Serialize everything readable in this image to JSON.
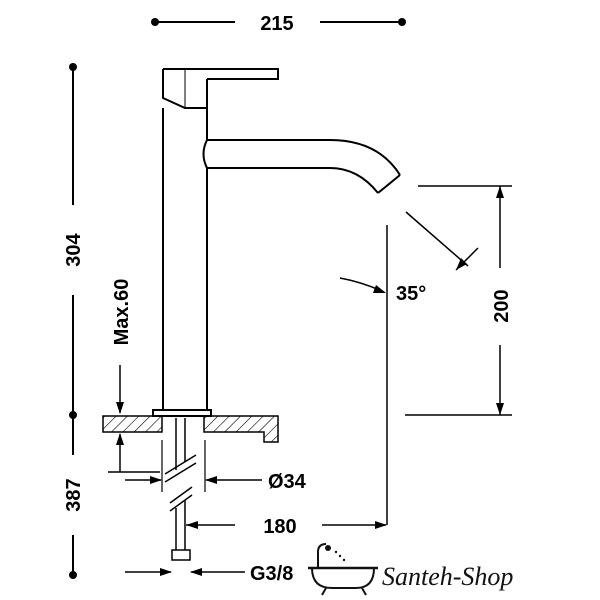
{
  "dimensions": {
    "overall_width": "215",
    "total_height": "304",
    "spout_height": "200",
    "spout_angle": "35°",
    "max_thickness": "Max.60",
    "hole_diameter": "Ø34",
    "reach": "180",
    "lower_height": "387",
    "connection": "G3/8"
  },
  "logo": {
    "text": "Santeh-Shop"
  }
}
